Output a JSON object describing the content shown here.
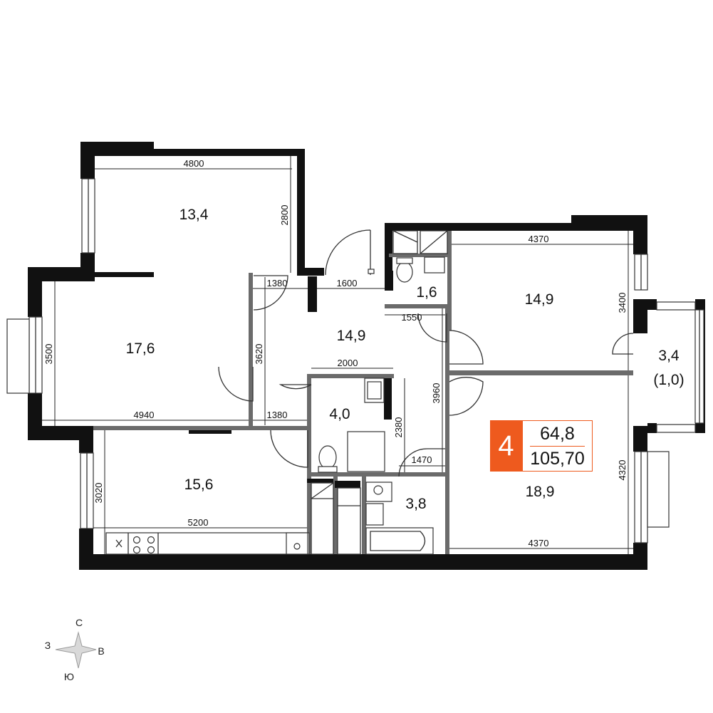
{
  "rooms": [
    {
      "id": "bedroom-top",
      "area": "13,4"
    },
    {
      "id": "bedroom-west",
      "area": "17,6"
    },
    {
      "id": "kitchen",
      "area": "15,6"
    },
    {
      "id": "hall",
      "area": "14,9"
    },
    {
      "id": "wc",
      "area": "1,6"
    },
    {
      "id": "bathroom-main",
      "area": "4,0"
    },
    {
      "id": "bathroom-small",
      "area": "3,8"
    },
    {
      "id": "bedroom-ne",
      "area": "14,9"
    },
    {
      "id": "living",
      "area": "18,9"
    },
    {
      "id": "balcony",
      "area": "3,4",
      "note": "(1,0)"
    }
  ],
  "dimensions": {
    "d4800": "4800",
    "d2800": "2800",
    "d1380a": "1380",
    "d1600": "1600",
    "d3500": "3500",
    "d3620": "3620",
    "d4940": "4940",
    "d1380b": "1380",
    "d2000": "2000",
    "d2380": "2380",
    "d3960": "3960",
    "d1550": "1550",
    "d1470": "1470",
    "d4370a": "4370",
    "d3400": "3400",
    "d3020": "3020",
    "d5200": "5200",
    "d4320": "4320",
    "d4370b": "4370"
  },
  "summary": {
    "rooms_count": "4",
    "living_area": "64,8",
    "total_area": "105,70",
    "accent_color": "#ee5a1e"
  },
  "compass": {
    "north": "С",
    "south": "Ю",
    "east": "В",
    "west": "З"
  }
}
